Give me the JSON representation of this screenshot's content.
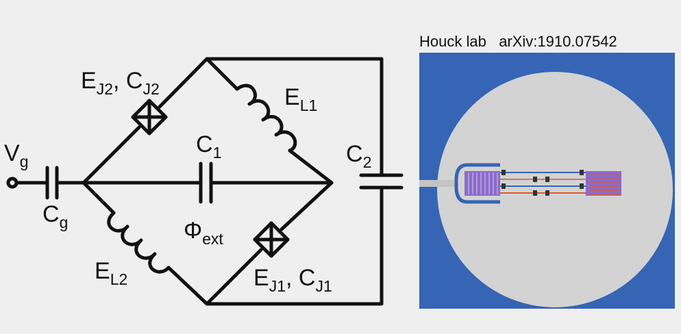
{
  "labels": {
    "vg": {
      "main": "V",
      "sub": "g"
    },
    "cg": {
      "main": "C",
      "sub": "g"
    },
    "c1": {
      "main": "C",
      "sub": "1"
    },
    "c2": {
      "main": "C",
      "sub": "2"
    },
    "el1": {
      "main": "E",
      "sub": "L1"
    },
    "el2": {
      "main": "E",
      "sub": "L2"
    },
    "phi": {
      "main": "Φ",
      "sub": "ext"
    },
    "ej2": {
      "main1": "E",
      "sub1": "J2",
      "sep": ", ",
      "main2": "C",
      "sub2": "J2"
    },
    "ej1": {
      "main1": "E",
      "sub1": "J1",
      "sep": ", ",
      "main2": "C",
      "sub2": "J1"
    }
  },
  "credit": {
    "lab": "Houck lab",
    "arxiv": "arXiv:1910.07542"
  },
  "colors": {
    "background": "#efefef",
    "wire": "#111111",
    "photo_border": "#3565b4",
    "chip": "#d3d3d3",
    "pad": "#8b6cc9",
    "accent_red": "#e0552f"
  }
}
